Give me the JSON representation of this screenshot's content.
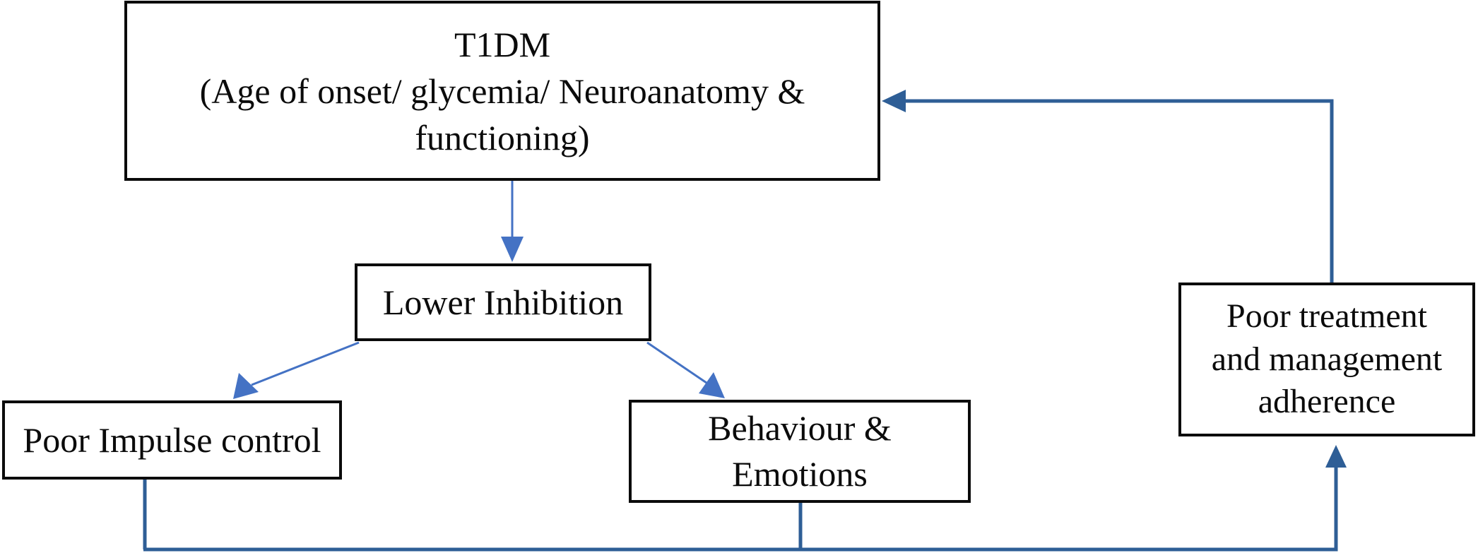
{
  "diagram": {
    "type": "flowchart",
    "title": "",
    "background_color": "#ffffff",
    "box_border_color": "#0b0b0b",
    "arrow_color_primary": "#4472c4",
    "arrow_color_feedback": "#2e5e96",
    "nodes": [
      {
        "id": "t1dm",
        "label": "T1DM\n(Age of onset/ glycemia/ Neuroanatomy &\nfunctioning)"
      },
      {
        "id": "lower_inhibition",
        "label": "Lower Inhibition"
      },
      {
        "id": "poor_impulse_control",
        "label": "Poor Impulse control"
      },
      {
        "id": "behaviour_emotions",
        "label": "Behaviour & Emotions"
      },
      {
        "id": "poor_treatment_adherence",
        "label": "Poor treatment\nand management\nadherence"
      }
    ],
    "edges": [
      {
        "from": "t1dm",
        "to": "lower_inhibition",
        "style": "straight-down",
        "color": "#4472c4"
      },
      {
        "from": "lower_inhibition",
        "to": "poor_impulse_control",
        "style": "diagonal-left",
        "color": "#4472c4"
      },
      {
        "from": "lower_inhibition",
        "to": "behaviour_emotions",
        "style": "diagonal-right",
        "color": "#4472c4"
      },
      {
        "from": "poor_impulse_control",
        "to": "poor_treatment_adherence",
        "style": "elbow-bottom",
        "color": "#2e5e96"
      },
      {
        "from": "behaviour_emotions",
        "to": "poor_treatment_adherence",
        "style": "elbow-bottom",
        "color": "#2e5e96"
      },
      {
        "from": "poor_treatment_adherence",
        "to": "t1dm",
        "style": "elbow-right-top",
        "color": "#2e5e96"
      }
    ]
  }
}
